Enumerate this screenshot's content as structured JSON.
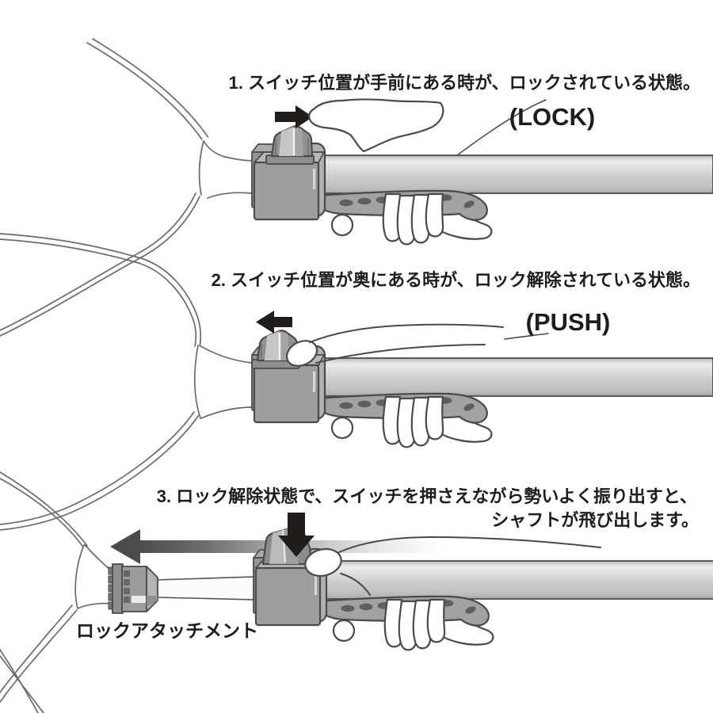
{
  "steps": {
    "step1": {
      "instruction": "1. スイッチ位置が手前にある時が、ロックされている状態。",
      "state_label": "(LOCK)"
    },
    "step2": {
      "instruction": "2. スイッチ位置が奥にある時が、ロック解除されている状態。",
      "state_label": "(PUSH)"
    },
    "step3": {
      "instruction_line1": "3. ロック解除状態で、スイッチを押さえながら勢いよく振り出すと、",
      "instruction_line2": "シャフトが飛び出します。"
    }
  },
  "part_labels": {
    "lock_attachment": "ロックアタッチメント"
  },
  "icons": {
    "step1_arrow": "right-arrow-icon",
    "step2_arrow": "left-arrow-icon",
    "step3_press_arrow": "down-arrow-icon",
    "step3_eject_arrow": "eject-left-arrow-icon"
  },
  "colors": {
    "background": "#ffffff",
    "line_art_outline": "#4a4a4a",
    "hoop_line": "#6a6a6a",
    "arrow_black": "#221d1a",
    "shaft_gray": "#cbcbcb",
    "shaft_highlight": "#ebebeb",
    "metal_gray": "#9e9e9e",
    "grip_gray": "#a2a2a2",
    "hole_gray": "#5f5f5f",
    "eject_arrow_dark": "#4c4c4c",
    "text": "#1d1d1d"
  }
}
